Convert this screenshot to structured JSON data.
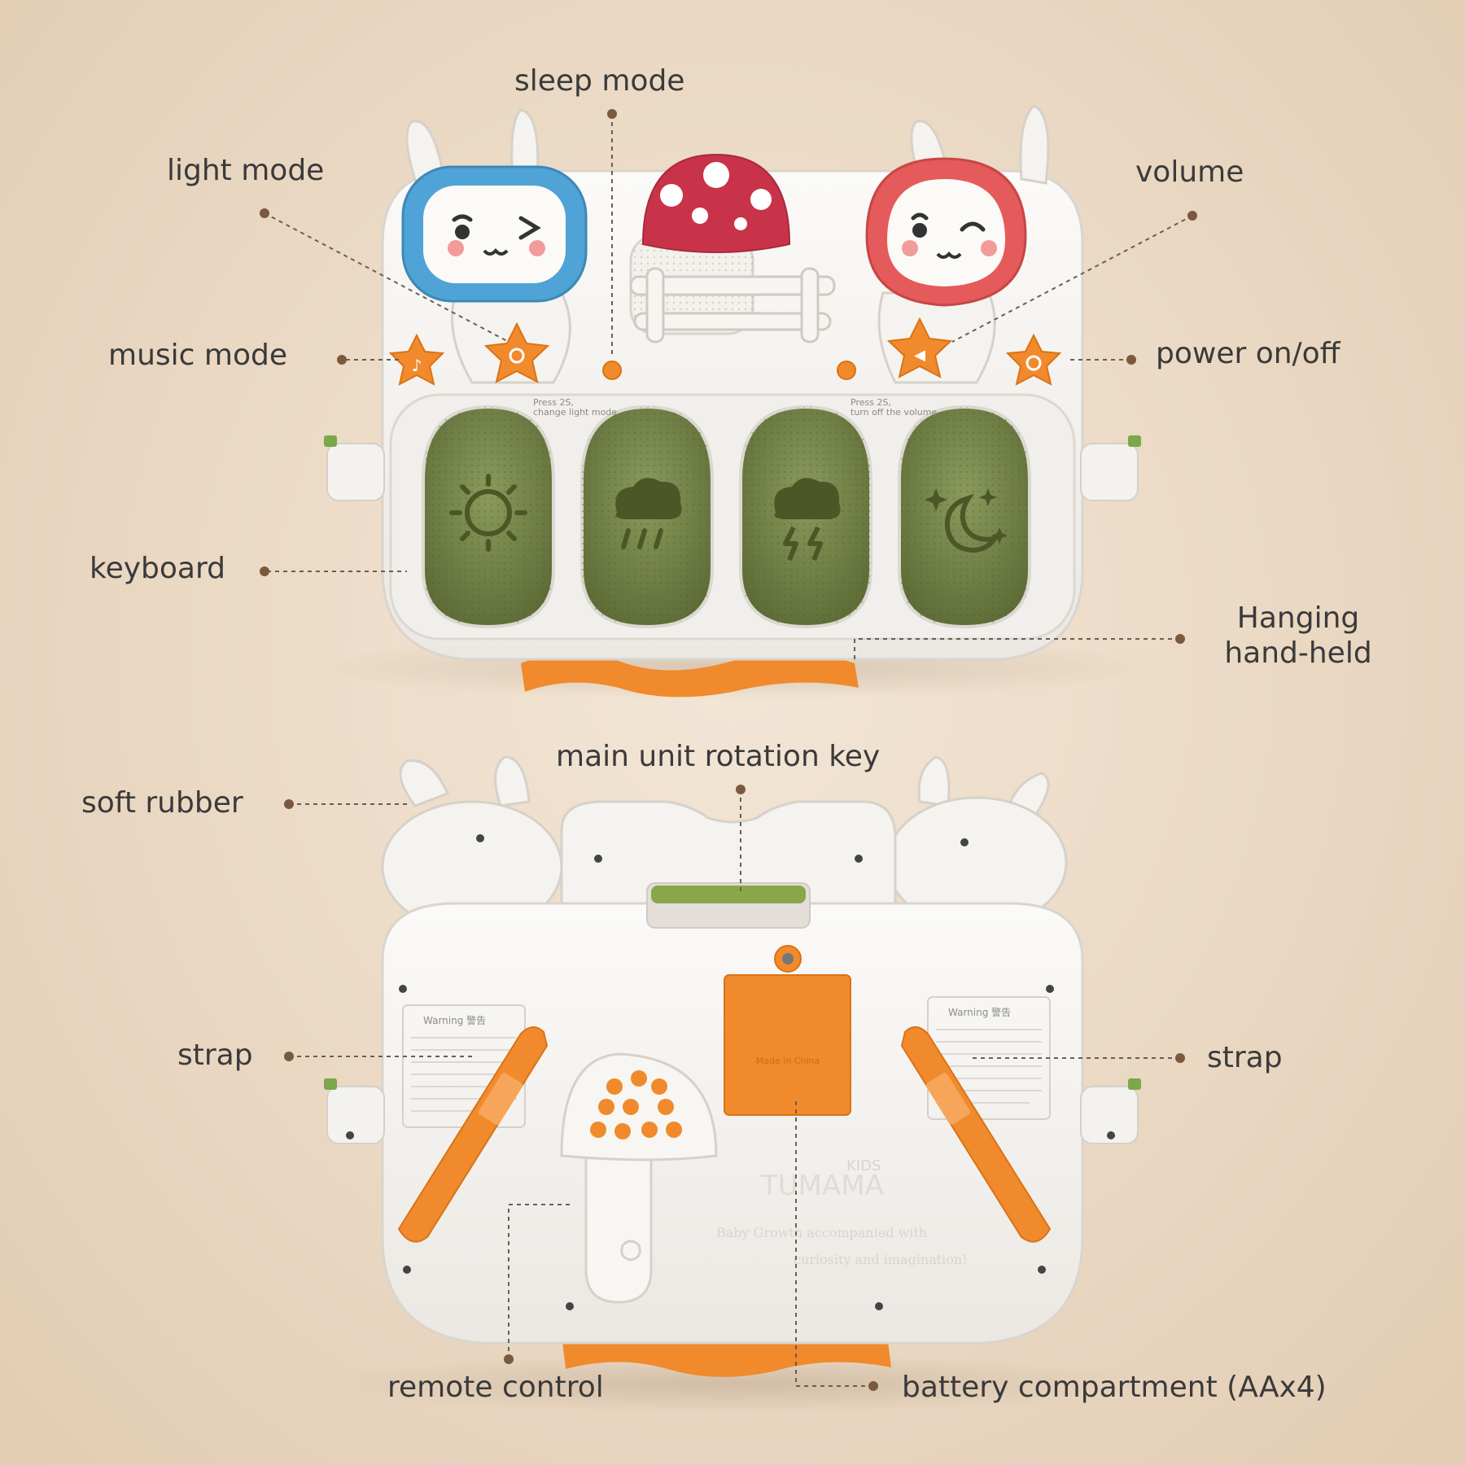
{
  "callouts": {
    "sleep_mode": "sleep mode",
    "light_mode": "light mode",
    "volume": "volume",
    "music_mode": "music mode",
    "power": "power on/off",
    "keyboard": "keyboard",
    "hanging_line1": "Hanging",
    "hanging_line2": "hand-held",
    "rotation_key": "main unit rotation key",
    "soft_rubber": "soft rubber",
    "strap_left": "strap",
    "strap_right": "strap",
    "remote_control": "remote control",
    "battery": "battery compartment (AAx4)"
  },
  "device_text": {
    "press_light": "Press 2S,",
    "press_light_2": "change light mode",
    "press_volume": "Press 2S,",
    "press_volume_2": "turn off the volume",
    "warning_left": "Warning  警告",
    "warning_right": "Warning  警告",
    "made_in": "Made in China",
    "brand_kids": "KIDS",
    "brand_name": "TUMAMA",
    "slogan_1": "Baby Growth accompanied with",
    "slogan_2": "curiosity and imagination!"
  },
  "colors": {
    "accent_orange": "#f08a2c",
    "key_green": "#6f7f45",
    "body_white": "#f7f6f3",
    "blue_bunny": "#4fa3d6",
    "red_bunny": "#e55a5a",
    "mushroom_red": "#c9334a"
  },
  "icons": [
    "sun-icon",
    "rain-cloud-icon",
    "storm-cloud-icon",
    "moon-stars-icon"
  ]
}
